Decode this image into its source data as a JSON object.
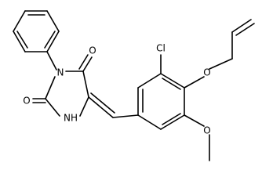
{
  "atoms": {
    "o_top": "O",
    "n_imide": "N",
    "o_left": "O",
    "nh": "NH",
    "cl": "Cl",
    "o_allyl": "O",
    "o_methoxy": "O"
  }
}
